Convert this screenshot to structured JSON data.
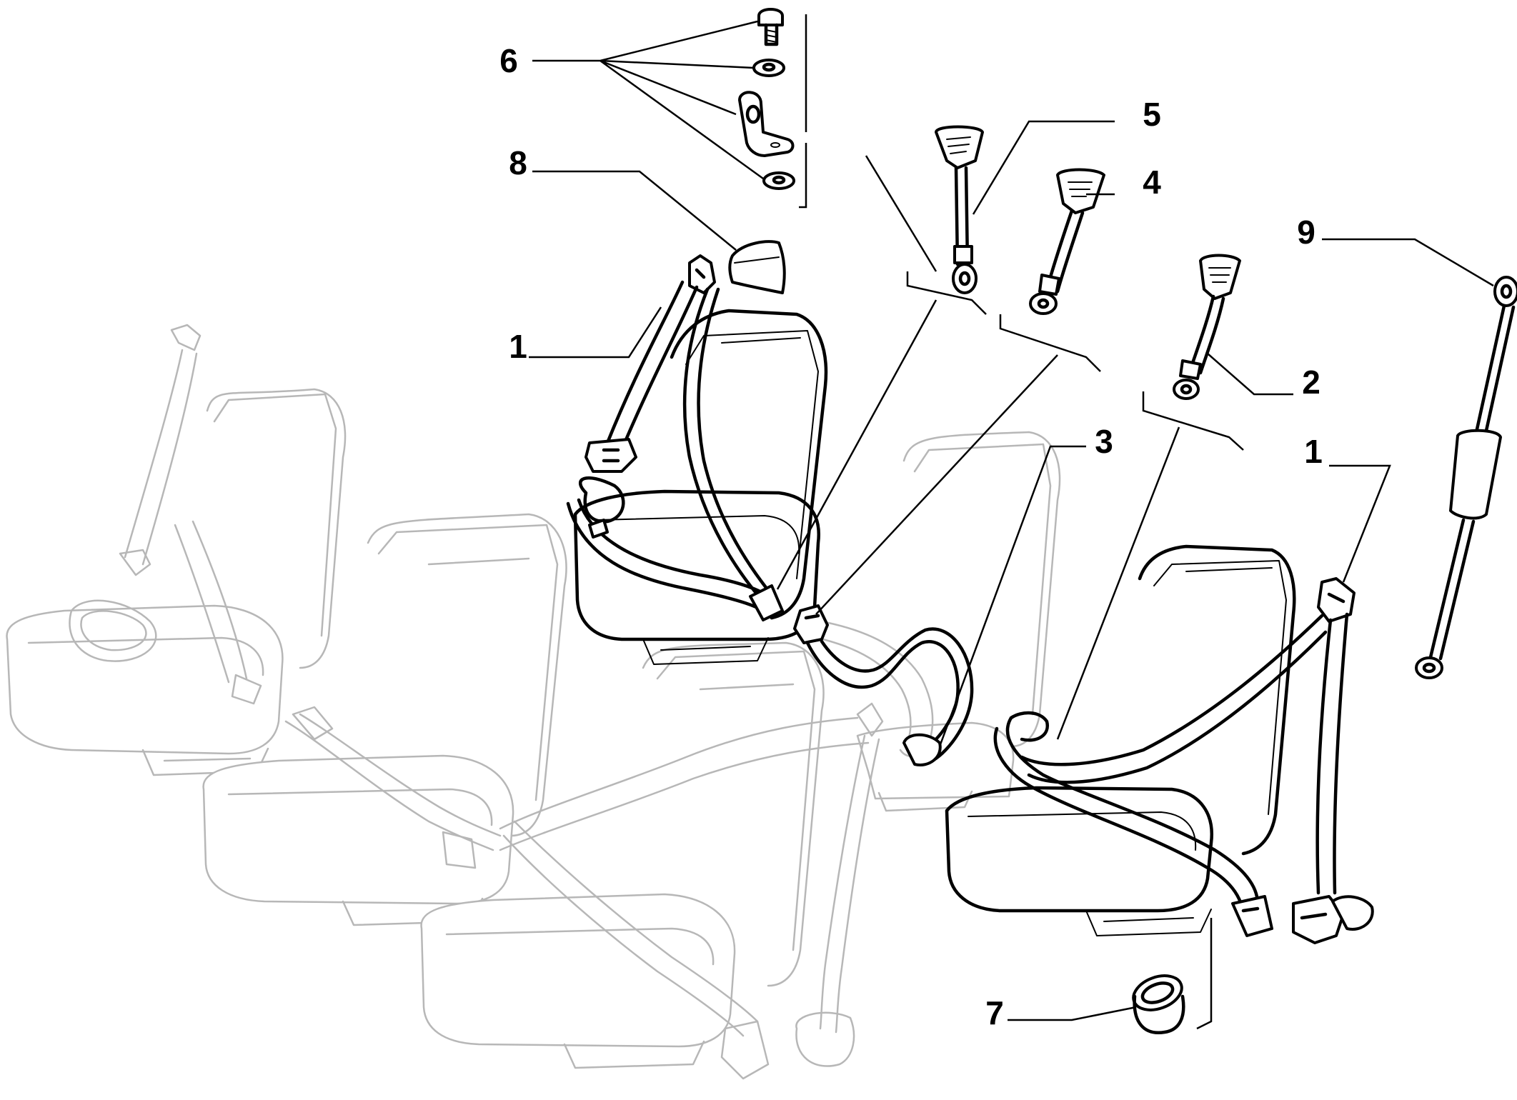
{
  "callouts": {
    "c1_left": "1",
    "c1_right": "1",
    "c2": "2",
    "c3": "3",
    "c4": "4",
    "c5": "5",
    "c6": "6",
    "c7": "7",
    "c8": "8",
    "c9": "9"
  },
  "colors": {
    "ink": "#000000",
    "ghost": "#b7b7b7",
    "background": "#ffffff"
  }
}
